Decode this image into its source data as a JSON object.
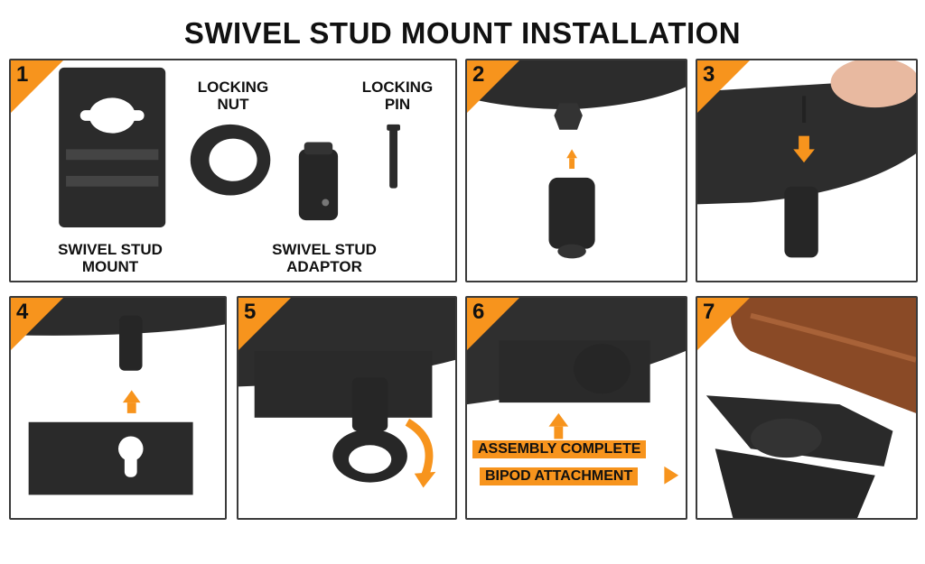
{
  "title": "SWIVEL STUD MOUNT INSTALLATION",
  "accent_color": "#f7941d",
  "steps": [
    {
      "number": "1",
      "labels": {
        "locking_nut": "LOCKING NUT",
        "locking_pin": "LOCKING PIN",
        "mount": "SWIVEL STUD MOUNT",
        "adaptor": "SWIVEL STUD ADAPTOR"
      }
    },
    {
      "number": "2"
    },
    {
      "number": "3"
    },
    {
      "number": "4"
    },
    {
      "number": "5"
    },
    {
      "number": "6",
      "labels": {
        "complete": "ASSEMBLY COMPLETE",
        "bipod": "BIPOD ATTACHMENT"
      }
    },
    {
      "number": "7"
    }
  ]
}
